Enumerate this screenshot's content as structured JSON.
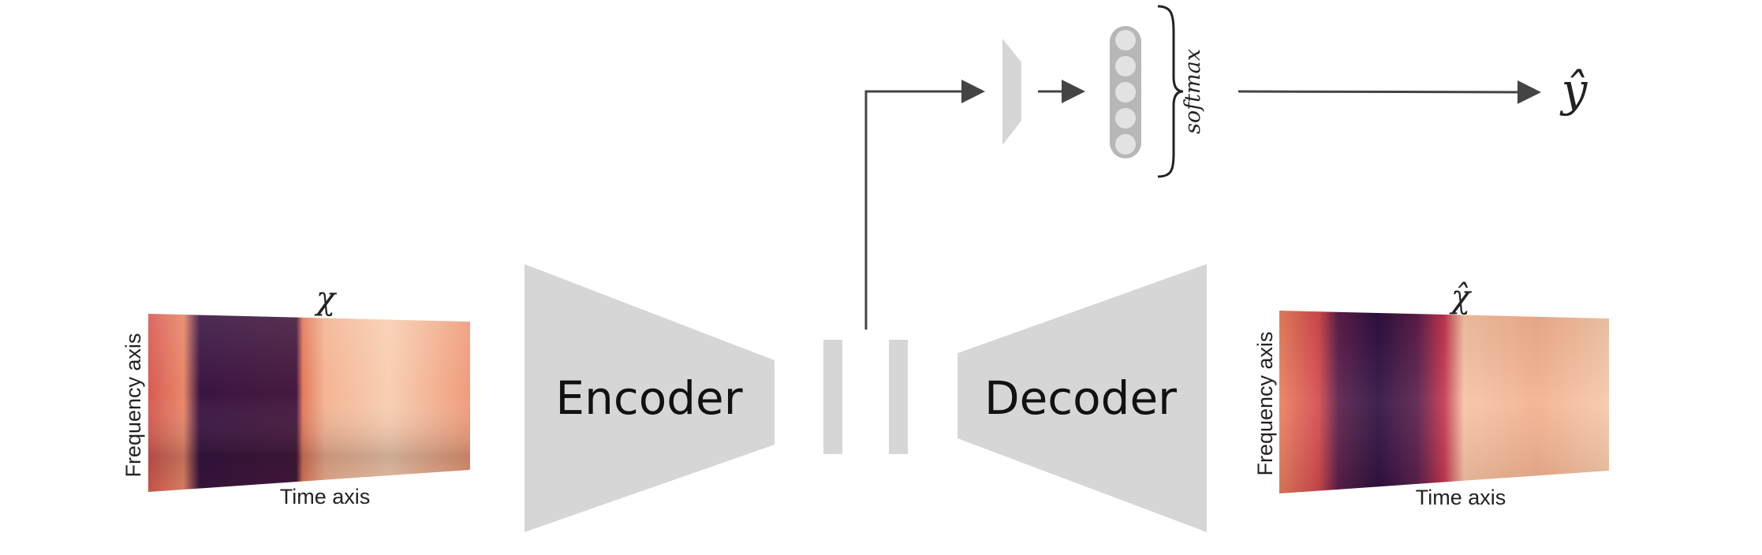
{
  "input_spectrogram": {
    "symbol": "χ",
    "y_axis_label": "Frequency axis",
    "x_axis_label": "Time axis"
  },
  "output_spectrogram": {
    "symbol": "χ̂",
    "y_axis_label": "Frequency axis",
    "x_axis_label": "Time axis"
  },
  "encoder": {
    "label": "Encoder"
  },
  "decoder": {
    "label": "Decoder"
  },
  "classifier": {
    "activation_label": "softmax",
    "output_symbol": "ŷ"
  },
  "colors": {
    "block_gray": "#d6d6d6",
    "arrow": "#444444",
    "heatmap_dark": "#2a0f3d",
    "heatmap_mid": "#c2264f",
    "heatmap_light": "#fbe8dc"
  }
}
